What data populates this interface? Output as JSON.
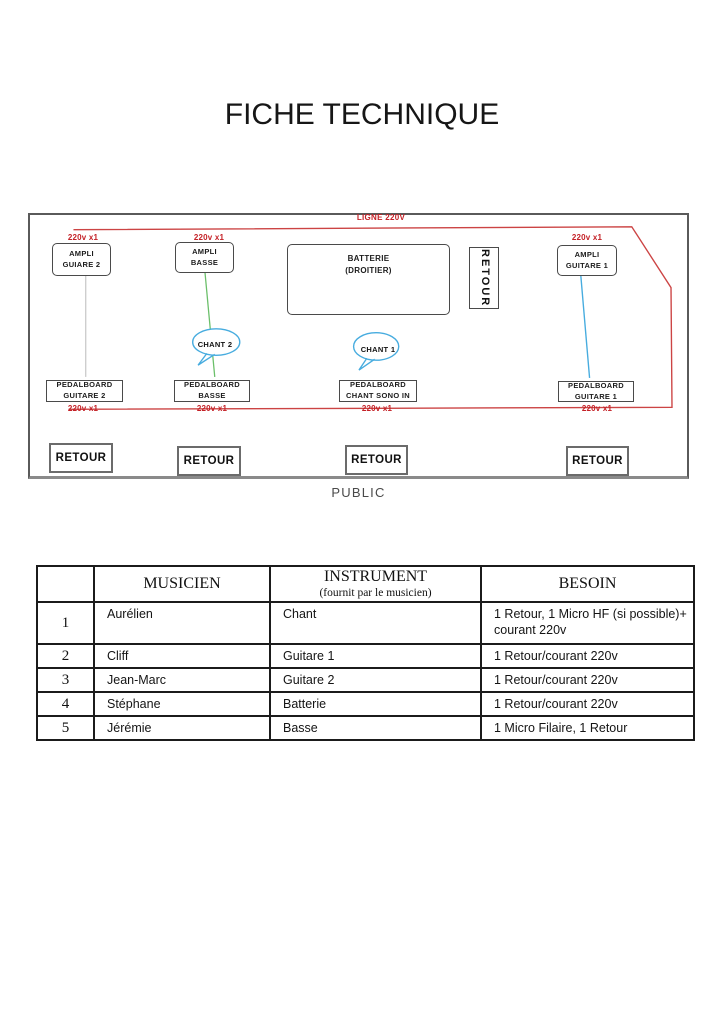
{
  "page": {
    "title": "FICHE TECHNIQUE",
    "public_label": "PUBLIC"
  },
  "colors": {
    "red": "#c42127",
    "red_line": "#cc4444",
    "green_line": "#6abf69",
    "blue_line": "#47acdf",
    "gray_line": "#c9c9c9"
  },
  "diagram": {
    "ligne_220v": "LIGNE 220V",
    "amps": [
      {
        "line1": "AMPLI",
        "line2": "GUIARE 2",
        "power": "220v x1"
      },
      {
        "line1": "AMPLI",
        "line2": "BASSE",
        "power": "220v x1"
      },
      {
        "line1": "AMPLI",
        "line2": "GUITARE 1",
        "power": "220v x1"
      }
    ],
    "batterie": {
      "line1": "BATTERIE",
      "line2": "(DROITIER)"
    },
    "retour_side": "RETOUR",
    "bubbles": [
      {
        "label": "CHANT 2"
      },
      {
        "label": "CHANT 1"
      }
    ],
    "pedalboards": [
      {
        "line1": "PEDALBOARD",
        "line2": "GUITARE 2",
        "power": "220v x1"
      },
      {
        "line1": "PEDALBOARD",
        "line2": "BASSE",
        "power": "220v x1"
      },
      {
        "line1": "PEDALBOARD",
        "line2": "CHANT SONO IN",
        "power": "220v x1"
      },
      {
        "line1": "PEDALBOARD",
        "line2": "GUITARE 1",
        "power": "220v x1"
      }
    ],
    "monitors": [
      "RETOUR",
      "RETOUR",
      "RETOUR",
      "RETOUR"
    ]
  },
  "table": {
    "headers": {
      "musicien": "MUSICIEN",
      "instrument": "INSTRUMENT",
      "instrument_sub": "(fournit par le musicien)",
      "besoin": "BESOIN"
    },
    "rows": [
      {
        "num": "1",
        "musicien": "Aurélien",
        "instrument": "Chant",
        "besoin": "1 Retour, 1 Micro HF (si possible)+\ncourant 220v"
      },
      {
        "num": "2",
        "musicien": "Cliff",
        "instrument": "Guitare 1",
        "besoin": "1 Retour/courant 220v"
      },
      {
        "num": "3",
        "musicien": "Jean-Marc",
        "instrument": "Guitare 2",
        "besoin": "1 Retour/courant 220v"
      },
      {
        "num": "4",
        "musicien": "Stéphane",
        "instrument": "Batterie",
        "besoin": "1 Retour/courant 220v"
      },
      {
        "num": "5",
        "musicien": "Jérémie",
        "instrument": "Basse",
        "besoin": "1 Micro Filaire, 1 Retour"
      }
    ]
  }
}
